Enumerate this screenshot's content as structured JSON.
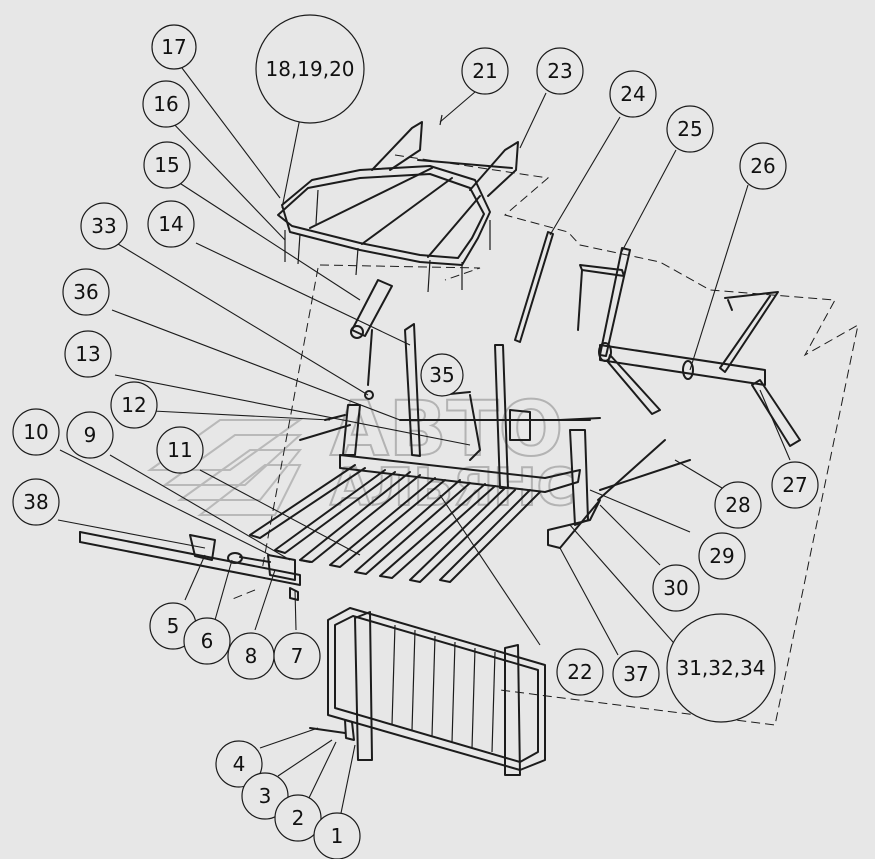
{
  "watermark": {
    "line1": "АВТО",
    "line2": "АЛЬЯНС"
  },
  "callouts": [
    {
      "label": "17"
    },
    {
      "label": "18,19,20"
    },
    {
      "label": "21"
    },
    {
      "label": "23"
    },
    {
      "label": "16"
    },
    {
      "label": "24"
    },
    {
      "label": "25"
    },
    {
      "label": "15"
    },
    {
      "label": "26"
    },
    {
      "label": "33"
    },
    {
      "label": "14"
    },
    {
      "label": "36"
    },
    {
      "label": "13"
    },
    {
      "label": "35"
    },
    {
      "label": "12"
    },
    {
      "label": "10"
    },
    {
      "label": "9"
    },
    {
      "label": "11"
    },
    {
      "label": "27"
    },
    {
      "label": "28"
    },
    {
      "label": "38"
    },
    {
      "label": "29"
    },
    {
      "label": "30"
    },
    {
      "label": "5"
    },
    {
      "label": "6"
    },
    {
      "label": "8"
    },
    {
      "label": "7"
    },
    {
      "label": "22"
    },
    {
      "label": "37"
    },
    {
      "label": "31,32,34"
    },
    {
      "label": "4"
    },
    {
      "label": "3"
    },
    {
      "label": "2"
    },
    {
      "label": "1"
    }
  ]
}
